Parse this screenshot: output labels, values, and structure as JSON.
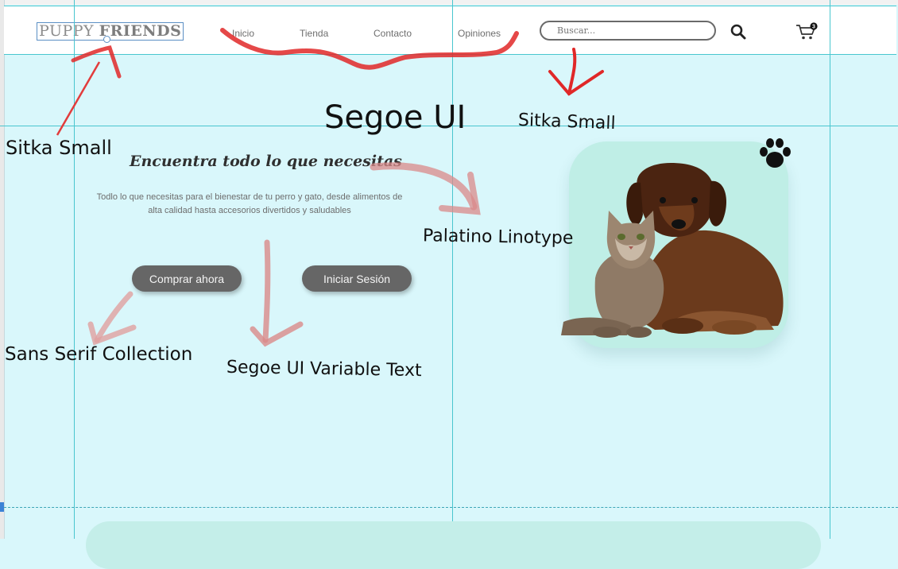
{
  "header": {
    "logo": {
      "part1": "PUPPY ",
      "part2": "FRIENDS"
    },
    "nav": [
      {
        "label": "Inicio"
      },
      {
        "label": "Tienda"
      },
      {
        "label": "Contacto"
      },
      {
        "label": "Opiniones"
      }
    ],
    "search": {
      "placeholder": "Buscar..."
    },
    "cart": {
      "count": "3"
    }
  },
  "hero": {
    "heading": "Encuentra todo lo que necesitas",
    "description": "Todlo lo que necesitas para el bienestar de tu perro y gato,  desde alimentos de alta calidad hasta accesorios divertidos y saludables",
    "buttons": {
      "buy": "Comprar ahora",
      "login": "Iniciar Sesión"
    }
  },
  "annotations": {
    "segoe_ui": "Segoe UI",
    "sitka_small_left": "Sitka Small",
    "sitka_small_right": "Sitka Small",
    "palatino": "Palatino Linotype",
    "sans_serif_collection": "Sans Serif Collection",
    "segoe_ui_variable": "Segoe UI Variable Text"
  },
  "colors": {
    "background": "#d9f7fb",
    "card": "#bfeee6",
    "button": "#666666",
    "guide": "#49c6cf",
    "annotation_red": "#e02828"
  },
  "icons": [
    "search-icon",
    "cart-icon",
    "paw-icon"
  ]
}
